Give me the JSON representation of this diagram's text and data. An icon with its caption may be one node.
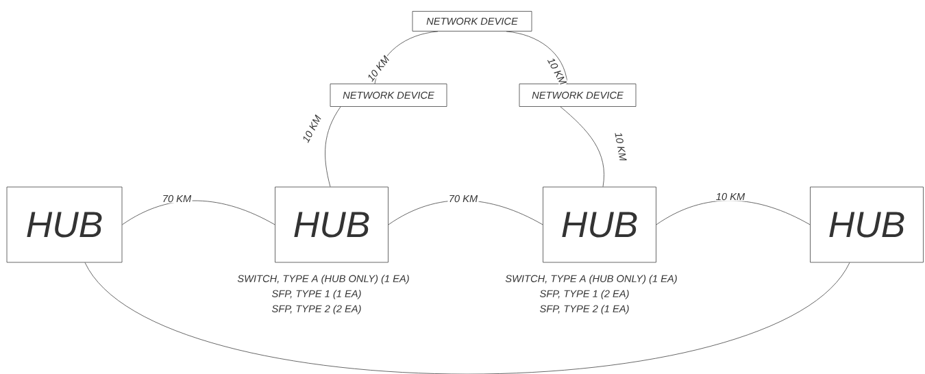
{
  "diagram": {
    "nodes": [
      {
        "text": [
          "NETWORK DEVICE"
        ]
      },
      {
        "text": [
          "NETWORK DEVICE"
        ]
      },
      {
        "text": [
          "NETWORK DEVICE"
        ]
      },
      {
        "text": [
          "HUB"
        ]
      },
      {
        "text": [
          "HUB"
        ],
        "beside": [
          "SWITCH, TYPE A (HUB ONLY) (1 EA)",
          "SFP, TYPE 1 (1 EA)",
          "SFP, TYPE 2 (2 EA)"
        ]
      },
      {
        "text": [
          "HUB"
        ],
        "beside": [
          "SWITCH, TYPE A (HUB ONLY) (1 EA)",
          "SFP, TYPE 1 (2 EA)",
          "SFP, TYPE 2 (1 EA)"
        ]
      },
      {
        "text": [
          "HUB"
        ]
      }
    ],
    "edges": [
      {
        "from": 3,
        "to": 4,
        "arrow": "none",
        "label": "70 KM"
      },
      {
        "from": 4,
        "to": 5,
        "arrow": "none",
        "label": "70 KM"
      },
      {
        "from": 5,
        "to": 6,
        "arrow": "none",
        "label": "10 KM"
      },
      {
        "from": 4,
        "to": 1,
        "arrow": "none",
        "label": "10 KM"
      },
      {
        "from": 1,
        "to": 0,
        "arrow": "none",
        "label": "10 KM"
      },
      {
        "from": 0,
        "to": 2,
        "arrow": "none",
        "label": "10 KM"
      },
      {
        "from": 2,
        "to": 5,
        "arrow": "none",
        "label": "10 KM"
      },
      {
        "from": 3,
        "to": 6,
        "arrow": "none"
      }
    ]
  }
}
